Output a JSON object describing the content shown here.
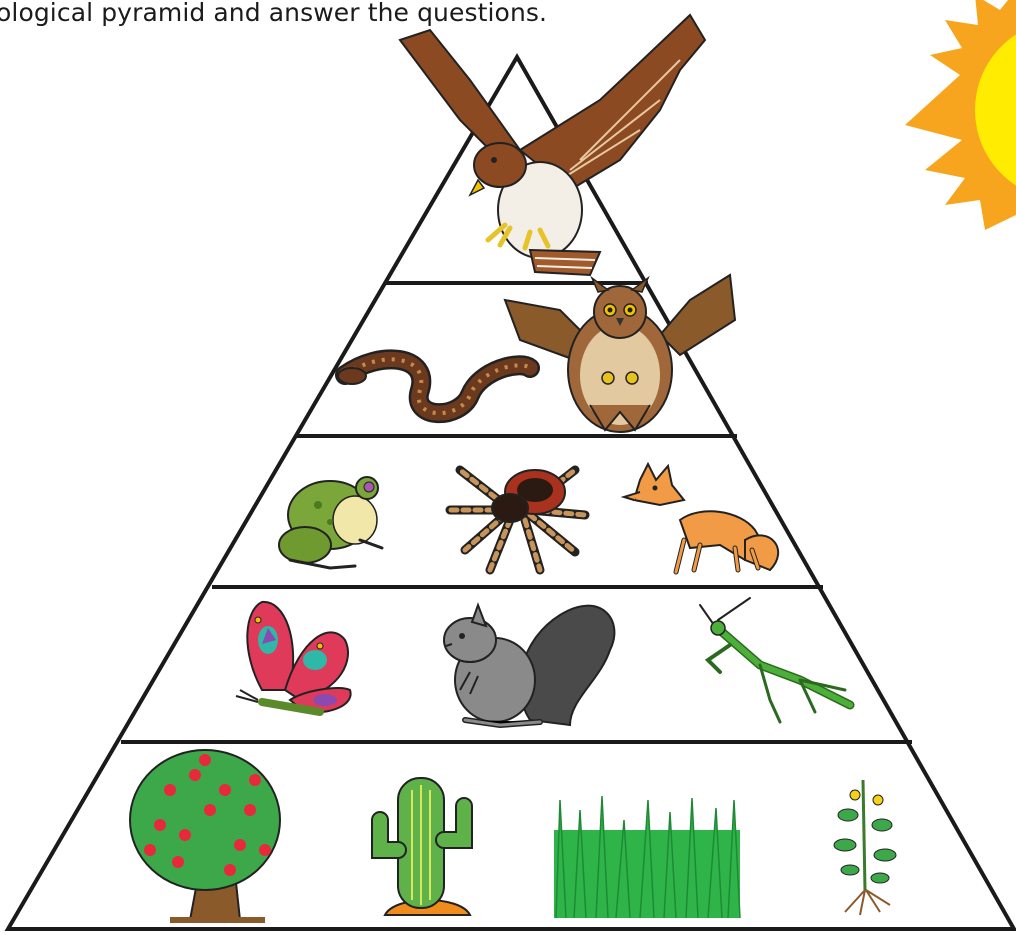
{
  "instruction": "ological pyramid and answer the questions.",
  "colors": {
    "outline": "#1a1a1a",
    "sun_outer": "#f7a51f",
    "sun_inner": "#ffec00",
    "grass": "#2fb44a",
    "leaf": "#3da84a",
    "apple": "#e8293b",
    "trunk": "#8a5a2b",
    "cactus": "#5fb24a",
    "hawk": "#8b4a22",
    "owl": "#a0683a",
    "snake": "#6b3a1e",
    "frog": "#7ba63a",
    "spider_leg": "#c8945a",
    "fox": "#f29b46",
    "butterfly_wing": "#e03a5a",
    "butterfly_spot": "#2fb7a8",
    "squirrel": "#8a8a8a",
    "mantis": "#4caf3a"
  },
  "pyramid": {
    "levels": [
      {
        "name": "tertiary-consumers",
        "organisms": [
          "hawk-icon"
        ]
      },
      {
        "name": "secondary-consumers-upper",
        "organisms": [
          "snake-icon",
          "owl-icon"
        ]
      },
      {
        "name": "secondary-consumers",
        "organisms": [
          "frog-icon",
          "spider-icon",
          "fox-icon"
        ]
      },
      {
        "name": "primary-consumers",
        "organisms": [
          "butterfly-icon",
          "squirrel-icon",
          "mantis-icon"
        ]
      },
      {
        "name": "producers",
        "organisms": [
          "apple-tree-icon",
          "cactus-icon",
          "grass-icon",
          "tomato-plant-icon"
        ]
      }
    ]
  }
}
